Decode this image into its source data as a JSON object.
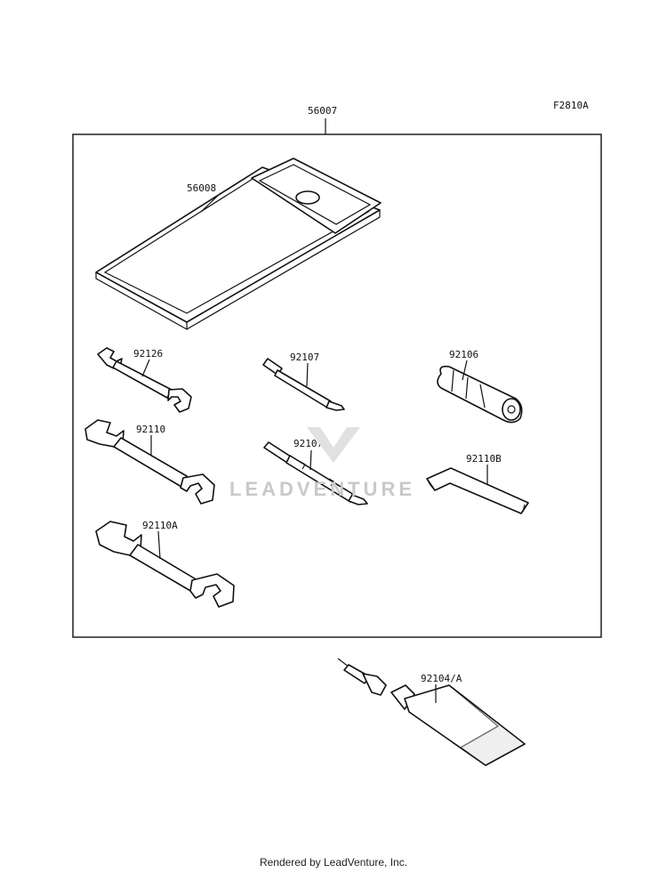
{
  "diagram": {
    "figure_code": "F2810A",
    "assembly_label": "56007",
    "parts": [
      {
        "id": "56008"
      },
      {
        "id": "92126"
      },
      {
        "id": "92107"
      },
      {
        "id": "92106"
      },
      {
        "id": "92110"
      },
      {
        "id": "92107A"
      },
      {
        "id": "92110B"
      },
      {
        "id": "92110A"
      },
      {
        "id": "92104/A"
      }
    ]
  },
  "watermark": "LEADVENTURE",
  "footer": {
    "credit": "Rendered by LeadVenture, Inc."
  }
}
